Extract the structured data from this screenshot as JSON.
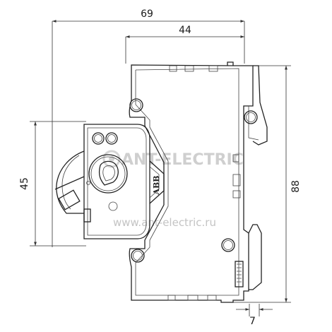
{
  "dimensions": {
    "overall_depth": "69",
    "front_depth": "44",
    "height": "88",
    "handle_height": "45",
    "rail_offset": "7"
  },
  "watermark": {
    "brand": "ANT-ELECTRIC",
    "url": "www.ant-electric.ru"
  },
  "device": {
    "logo": "ABB"
  }
}
